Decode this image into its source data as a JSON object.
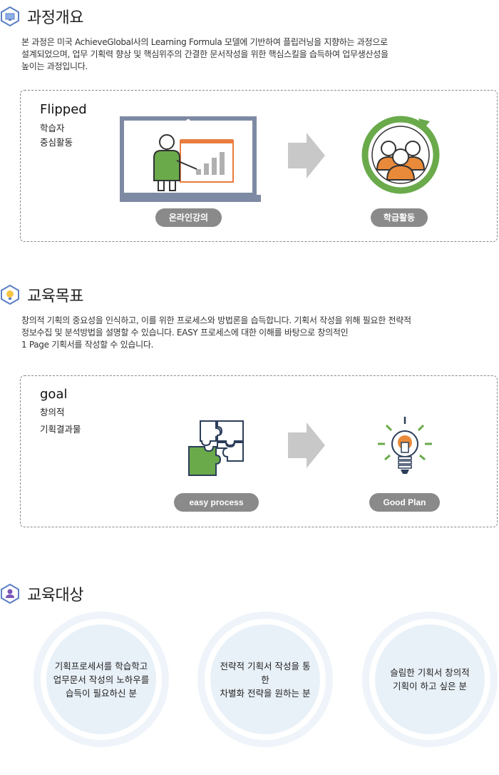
{
  "sections": {
    "overview": {
      "title": "과정개요",
      "lines": [
        "본 과정은 미국 AchieveGlobal사의 Learning Formula 모델에 기반하여 플립러닝을 지향하는 과정으로",
        "설계되었으며, 업무 기획력 향상 및 핵심위주의 간결한 문서작성을 위한 핵심스킬을 습득하여 업무생산성을",
        "높이는 과정입니다."
      ],
      "box": {
        "title": "Flipped",
        "sub": [
          "학습자",
          "중심활동"
        ],
        "pill_left": "온라인강의",
        "pill_right": "학급활동"
      }
    },
    "goals": {
      "title": "교육목표",
      "lines": [
        "창의적 기획의 중요성을 인식하고, 이를 위한 프로세스와 방법론을 습득합니다. 기획서 작성을 위해 필요한 전략적",
        "정보수집 및 분석방법을 설명할 수 있습니다.  EASY 프로세스에 대한 이해를 바탕으로 창의적인",
        "1 Page 기획서를 작성할 수 있습니다."
      ],
      "box": {
        "title": "goal",
        "sub": [
          "창의적",
          "기획결과물"
        ],
        "pill_left": "easy process",
        "pill_right": "Good Plan"
      }
    },
    "audience": {
      "title": "교육대상",
      "circles": [
        [
          "기획프로세서를 학습학고",
          "업무문서 작성의 노하우를",
          "습득이 필요하신 분"
        ],
        [
          "전략적 기획서 작성을 통한",
          "차별화 전략을 원하는 분"
        ],
        [
          "슬림한 기획서 창의적",
          "기획이 하고 싶은 분"
        ]
      ]
    }
  },
  "colors": {
    "accent_green": "#6aaa4b",
    "accent_orange": "#e98a3a",
    "hex_blue": "#5b7fc7",
    "pill_gray": "#8a8a8a",
    "arrow_gray": "#c8c8c8",
    "circle_blue": "#e9f1f8"
  },
  "icons": {
    "overview": "monitor-icon",
    "goals": "lightbulb-icon",
    "audience": "person-icon"
  }
}
